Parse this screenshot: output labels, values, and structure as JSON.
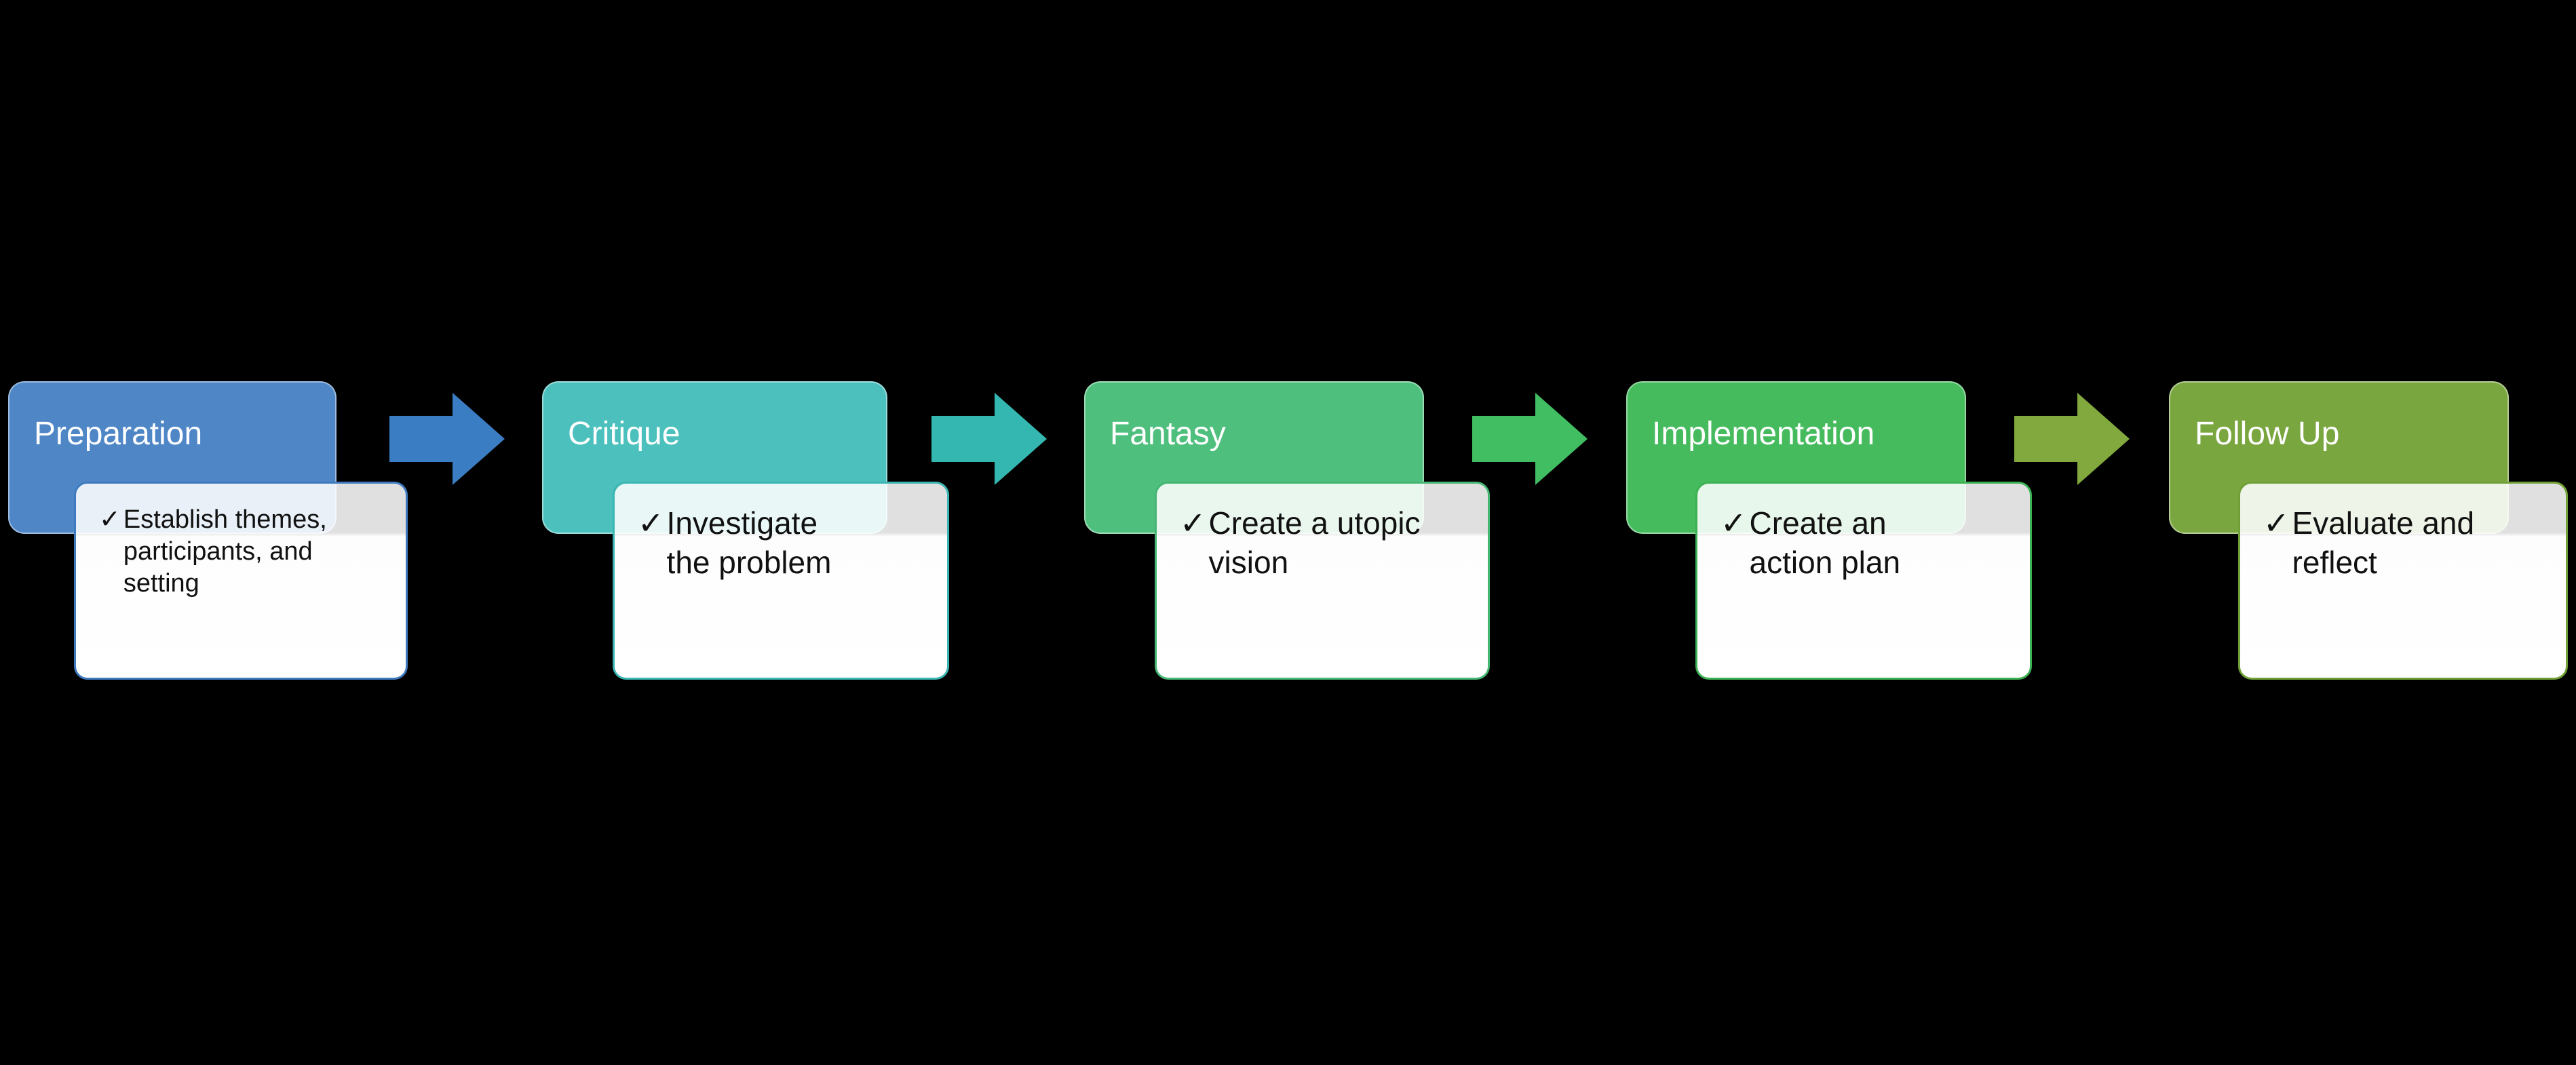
{
  "background_color": "#000000",
  "diagram": {
    "type": "process-flow",
    "check_glyph": "✓",
    "stages": [
      {
        "title": "Preparation",
        "check": "✓",
        "detail": "Establish themes, participants, and setting",
        "header_color": "#4E86C6",
        "card_border_color": "#3F7ABF"
      },
      {
        "title": "Critique",
        "check": "✓",
        "detail": "Investigate the problem",
        "header_color": "#4BC0BD",
        "card_border_color": "#3BB6B3"
      },
      {
        "title": "Fantasy",
        "check": "✓",
        "detail": "Create a utopic vision",
        "header_color": "#4FBF7E",
        "card_border_color": "#45B673"
      },
      {
        "title": "Implementation",
        "check": "✓",
        "detail": "Create an action plan",
        "header_color": "#46BB5E",
        "card_border_color": "#3DB254"
      },
      {
        "title": "Follow Up",
        "check": "✓",
        "detail": "Evaluate and reflect",
        "header_color": "#7AA63F",
        "card_border_color": "#71A038"
      }
    ],
    "arrows": [
      {
        "color": "#3B7DC3"
      },
      {
        "color": "#35B7B1"
      },
      {
        "color": "#41BD62"
      },
      {
        "color": "#82A93E"
      }
    ]
  }
}
